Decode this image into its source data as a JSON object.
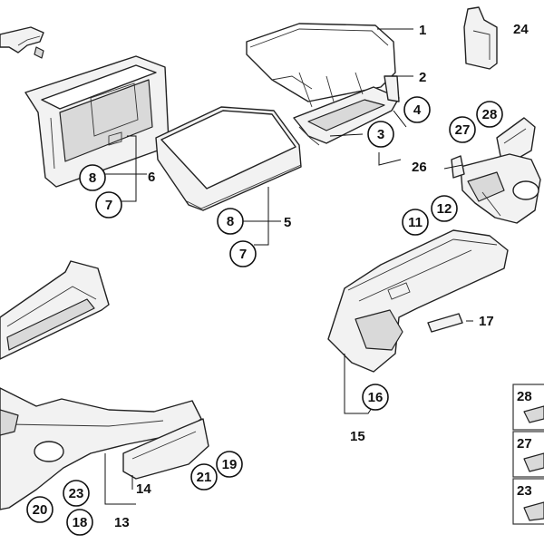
{
  "callouts": {
    "p1": "1",
    "p2": "2",
    "p3": "3",
    "p4": "4",
    "p5": "5",
    "p6": "6",
    "p7a": "7",
    "p7b": "7",
    "p8a": "8",
    "p8b": "8",
    "p11": "11",
    "p12": "12",
    "p13": "13",
    "p14": "14",
    "p15": "15",
    "p16": "16",
    "p17": "17",
    "p18": "18",
    "p19": "19",
    "p20": "20",
    "p21": "21",
    "p23a": "23",
    "p23b": "23",
    "p24": "24",
    "p26": "26",
    "p27a": "27",
    "p27b": "27",
    "p28a": "28",
    "p28b": "28"
  }
}
